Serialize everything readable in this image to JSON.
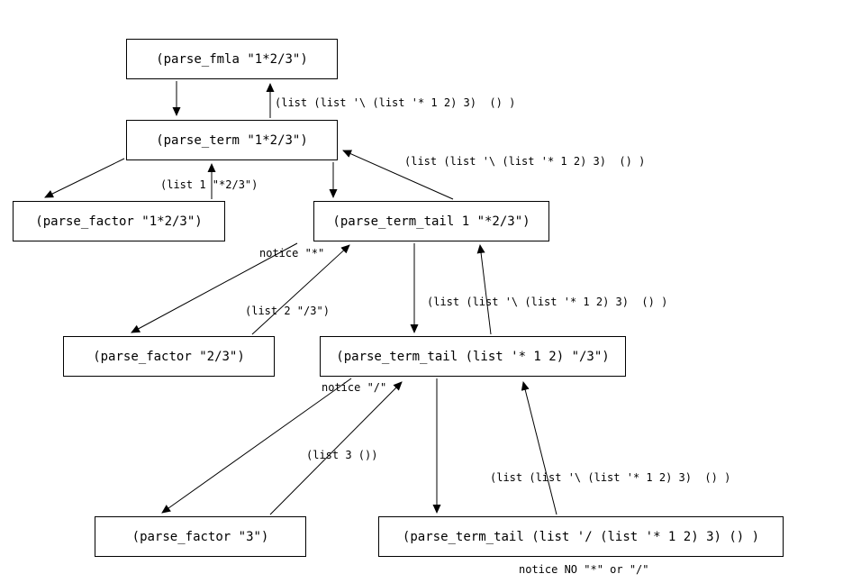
{
  "colors": {
    "foreground": "#000000",
    "background": "#ffffff"
  },
  "diagram": {
    "boxes": [
      {
        "id": "parse-fmla",
        "label": "(parse_fmla \"1*2/3\")"
      },
      {
        "id": "parse-term",
        "label": "(parse_term \"1*2/3\")"
      },
      {
        "id": "parse-factor-1",
        "label": "(parse_factor \"1*2/3\")"
      },
      {
        "id": "parse-term-tail-1",
        "label": "(parse_term_tail 1 \"*2/3\")"
      },
      {
        "id": "parse-factor-2",
        "label": "(parse_factor \"2/3\")"
      },
      {
        "id": "parse-term-tail-2",
        "label": "(parse_term_tail (list '* 1 2) \"/3\")"
      },
      {
        "id": "parse-factor-3",
        "label": "(parse_factor \"3\")"
      },
      {
        "id": "parse-term-tail-3",
        "label": "(parse_term_tail (list '/ (list '* 1 2) 3) () )"
      }
    ],
    "labels": [
      {
        "id": "return-to-fmla",
        "text": "(list (list '\\ (list '* 1 2) 3)  () )"
      },
      {
        "id": "return-to-term",
        "text": "(list (list '\\ (list '* 1 2) 3)  () )"
      },
      {
        "id": "list-1-star23",
        "text": "(list 1 \"*2/3\")"
      },
      {
        "id": "notice-star",
        "text": "notice \"*\""
      },
      {
        "id": "list-2-slash3",
        "text": "(list 2 \"/3\")"
      },
      {
        "id": "return-to-term-tail-1",
        "text": "(list (list '\\ (list '* 1 2) 3)  () )"
      },
      {
        "id": "notice-slash",
        "text": "notice \"/\""
      },
      {
        "id": "list-3-empty",
        "text": "(list 3 ())"
      },
      {
        "id": "return-to-term-tail-2",
        "text": "(list (list '\\ (list '* 1 2) 3)  () )"
      },
      {
        "id": "notice-no-star-or-slash",
        "text": "notice NO \"*\" or \"/\""
      }
    ]
  }
}
